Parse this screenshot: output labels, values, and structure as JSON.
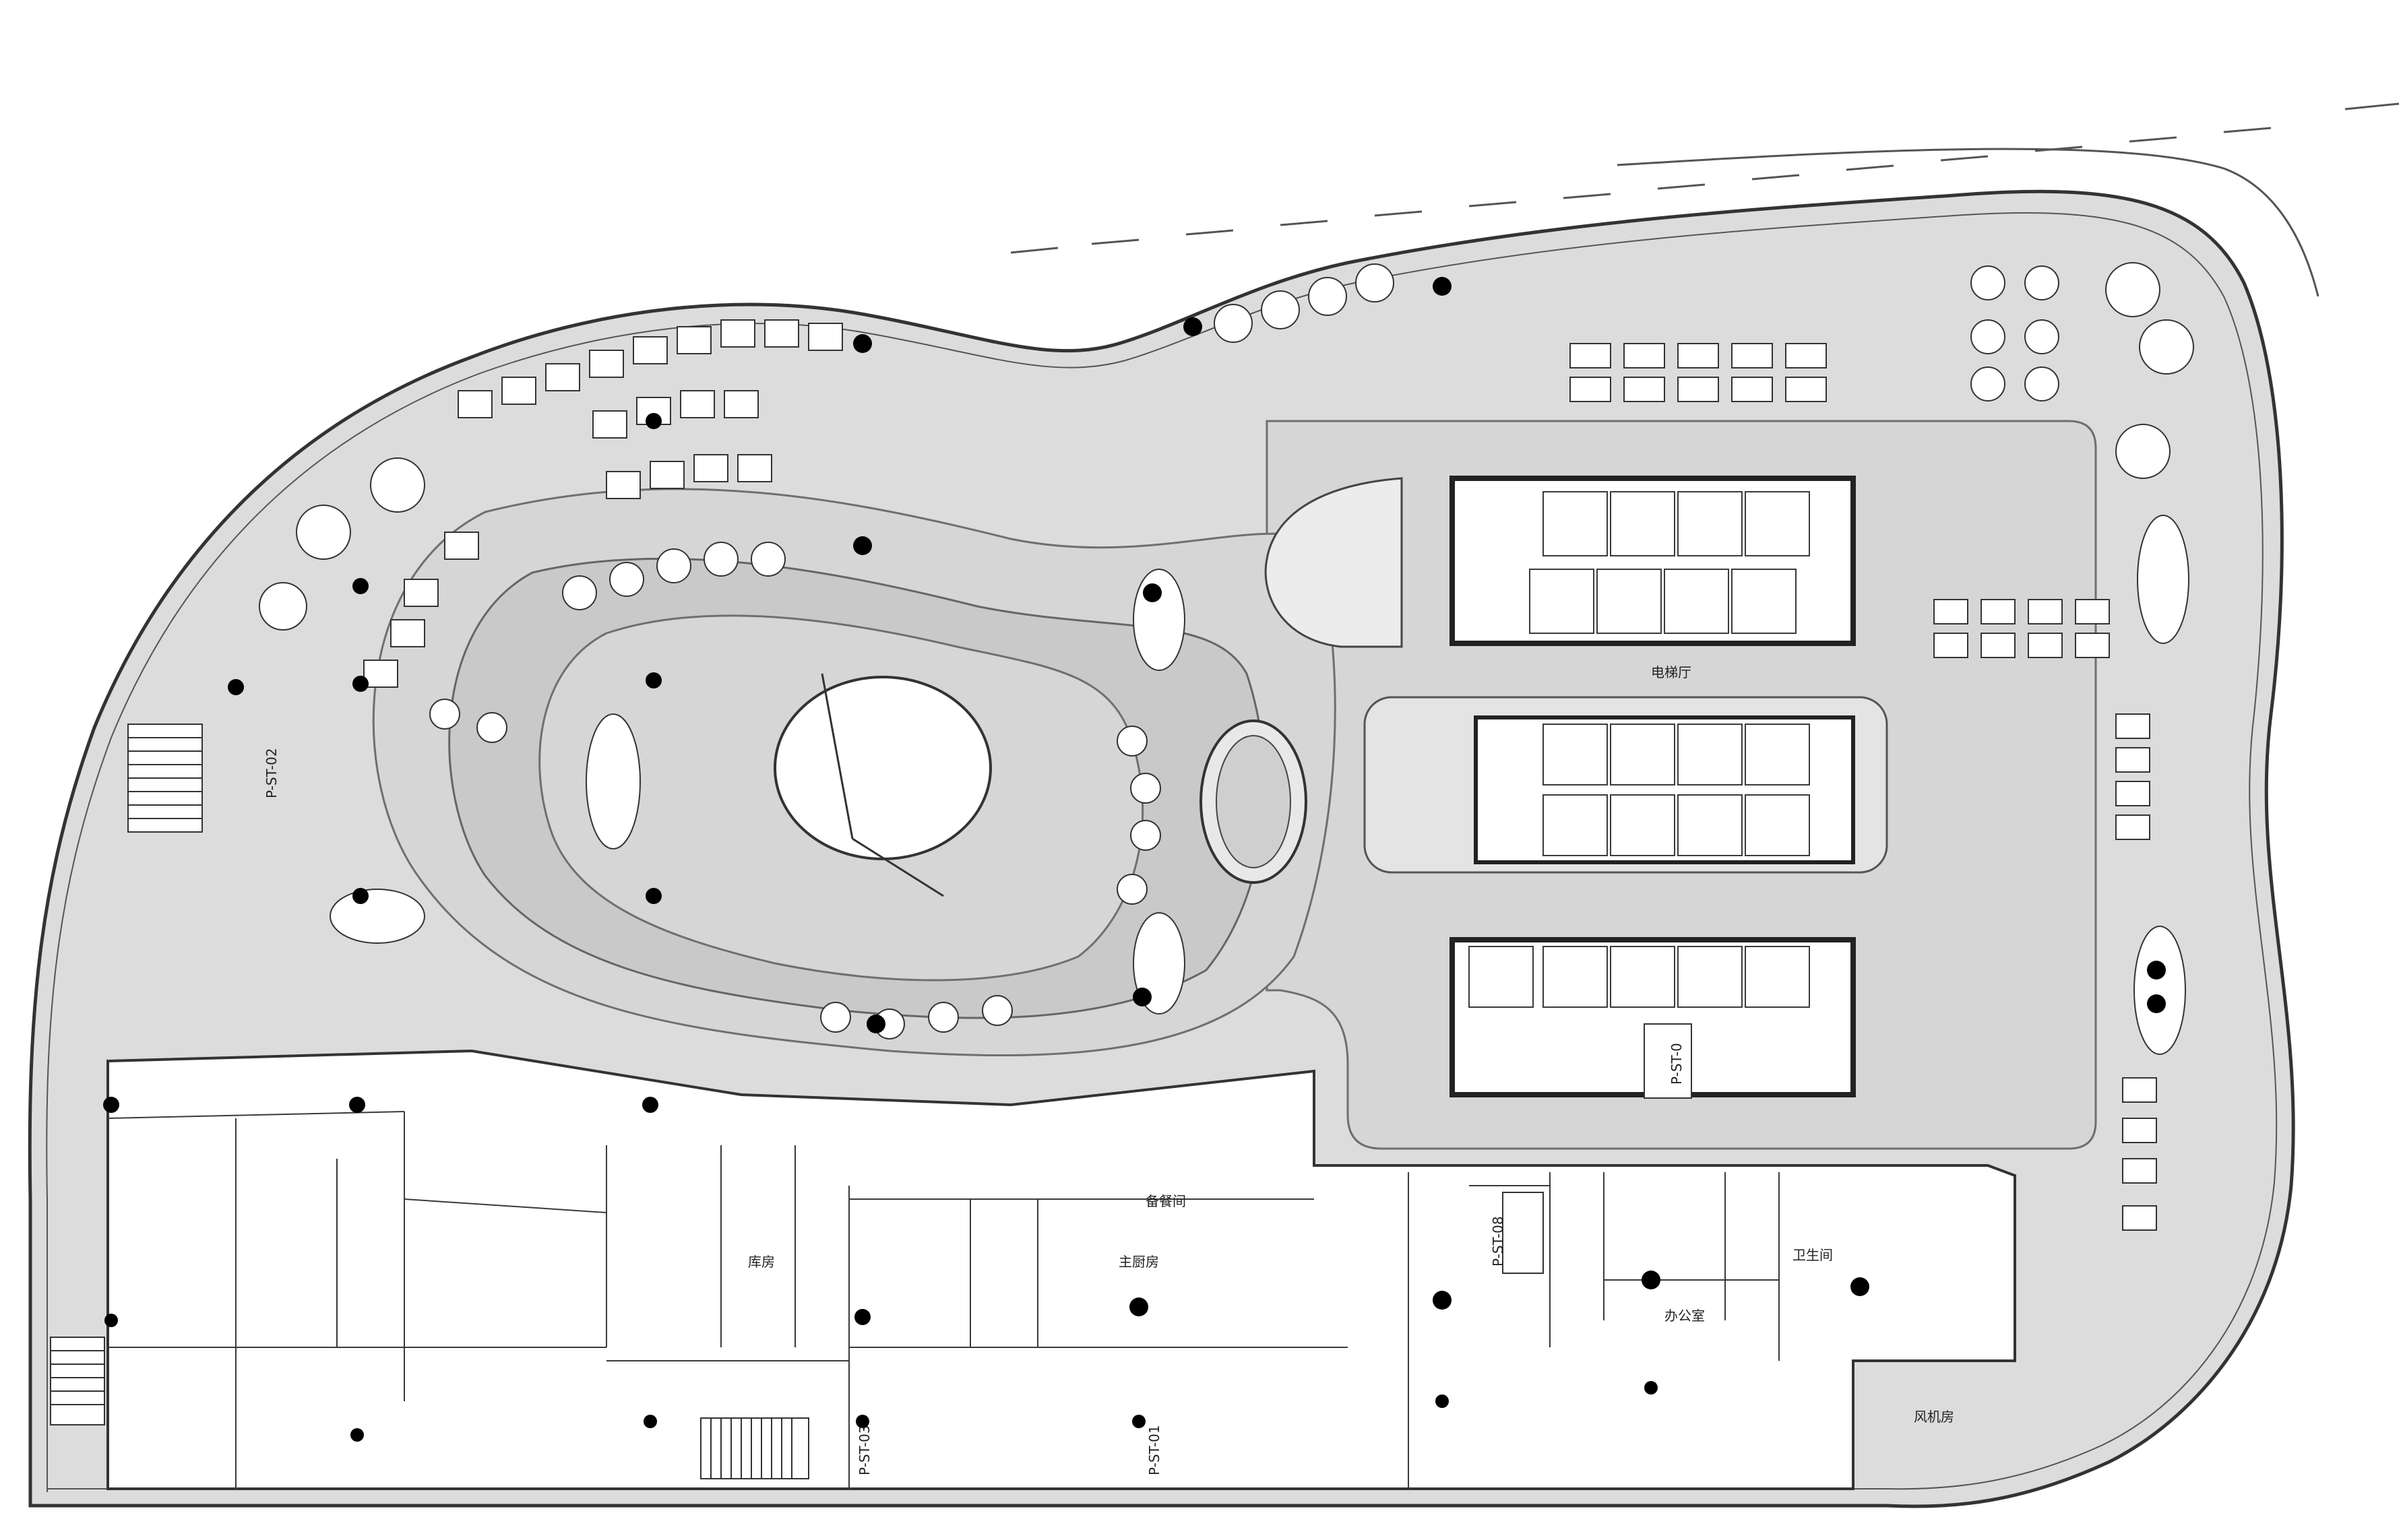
{
  "labels": {
    "stair_1": "P-ST-02",
    "stair_2": "P-ST-03",
    "stair_3": "P-ST-01",
    "stair_4": "P-ST-08",
    "stair_5": "P-ST-0",
    "kitchen": "主厨房",
    "office": "办公室",
    "store": "库房",
    "pantry": "备餐间",
    "toilet": "卫生间",
    "lift_hall": "电梯厅",
    "machine_room": "风机房"
  },
  "colors": {
    "floor": "#d6d6d6",
    "corridor": "#c2c2c2",
    "wall": "#2a2a2a",
    "column": "#000000"
  }
}
